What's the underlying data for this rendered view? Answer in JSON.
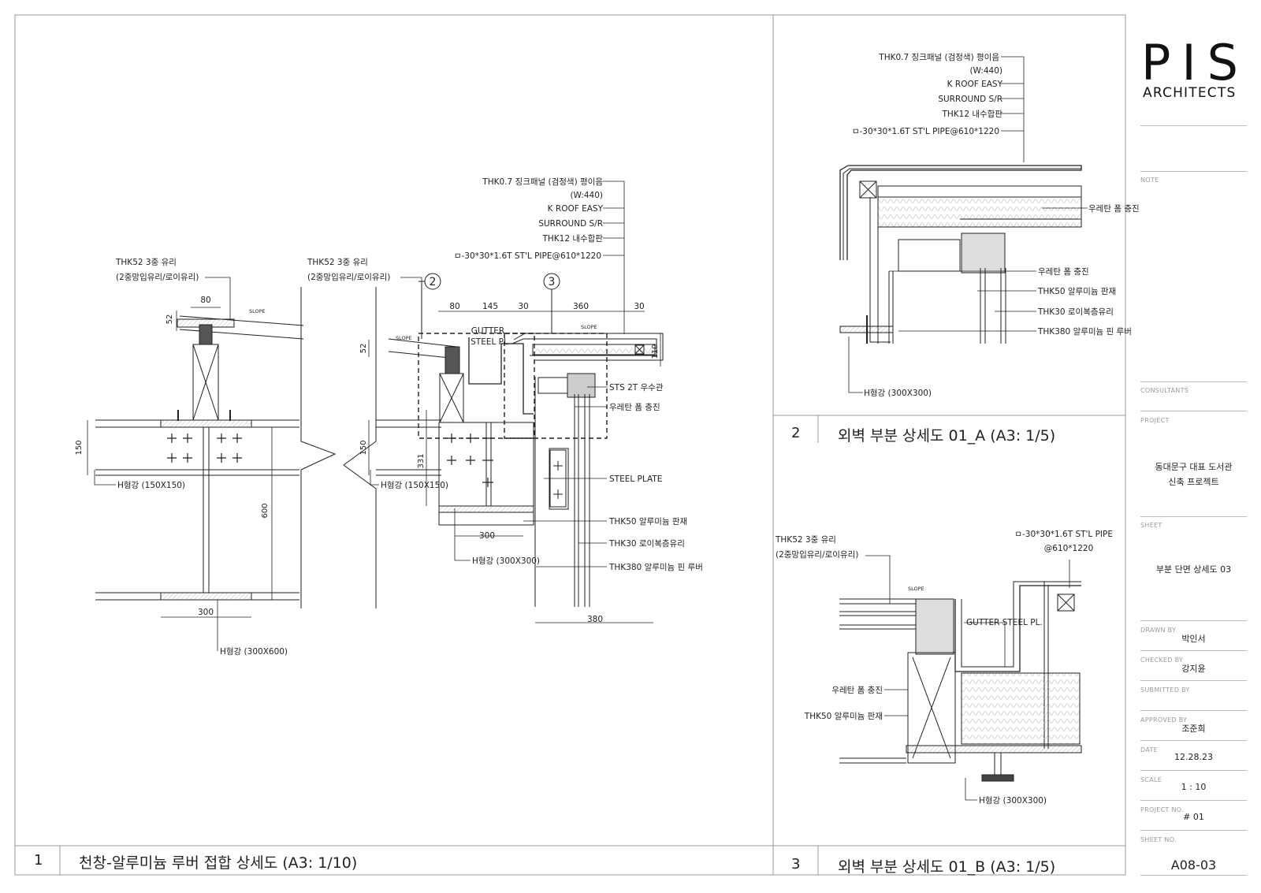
{
  "brand": {
    "logo_main": "PIS",
    "logo_sub": "ARCHITECTS"
  },
  "title_block": {
    "note_label": "NOTE",
    "consultants_label": "CONSULTANTS",
    "project_label": "PROJECT",
    "project_line1": "동대문구 대표 도서관",
    "project_line2": "신축 프로젝트",
    "sheet_label": "SHEET",
    "sheet_value": "부분 단면 상세도 03",
    "drawn_label": "DRAWN BY",
    "drawn_value": "박인서",
    "checked_label": "CHECKED BY",
    "checked_value": "강지윤",
    "submitted_label": "SUBMITTED BY",
    "approved_label": "APPROVED BY",
    "approved_value": "조준희",
    "date_label": "DATE",
    "date_value": "12.28.23",
    "scale_label": "SCALE",
    "scale_value": "1 : 10",
    "projno_label": "PROJECT NO.",
    "projno_value": "# 01",
    "sheetno_label": "SHEET NO.",
    "sheetno_value": "A08-03"
  },
  "captions": {
    "d1_num": "1",
    "d1_title": "천창-알루미늄 루버 접합 상세도 (A3: 1/10)",
    "d2_num": "2",
    "d2_title": "외벽 부분 상세도 01_A (A3: 1/5)",
    "d3_num": "3",
    "d3_title": "외벽 부분 상세도 01_B (A3: 1/5)"
  },
  "detail1": {
    "glass_left_1": "THK52 3중 유리",
    "glass_left_2": "(2중망입유리/로이유리)",
    "glass_mid_1": "THK52 3중 유리",
    "glass_mid_2": "(2중망입유리/로이유리)",
    "roof_1": "THK0.7 징크패널 (검정색) 평이음",
    "roof_2": "(W:440)",
    "roof_3": "K ROOF EASY",
    "roof_4": "SURROUND S/R",
    "roof_5": "THK12 내수합판",
    "roof_6": "ㅁ-30*30*1.6T ST'L PIPE@610*1220",
    "callout_2": "2",
    "callout_3": "3",
    "dim_80a": "80",
    "dim_80b": "80",
    "dim_145": "145",
    "dim_30a": "30",
    "dim_360": "360",
    "dim_30b": "30",
    "dim_52a": "52",
    "dim_52b": "52",
    "dim_110": "110",
    "dim_150a": "150",
    "dim_150b": "150",
    "dim_331": "331",
    "dim_600": "600",
    "dim_300a": "300",
    "dim_300b": "300",
    "dim_380": "380",
    "slope_a": "SLOPE",
    "slope_b": "SLOPE",
    "slope_c": "SLOPE",
    "gutter_1": "GUTTER",
    "gutter_2": "STEEL PL",
    "sts": "STS 2T 우수관",
    "urethane": "우레탄 폼 충진",
    "steel_plate": "STEEL PLATE",
    "alu_panel": "THK50 알루미늄 판재",
    "low_e": "THK30 로이복층유리",
    "louver": "THK380 알루미늄 핀 루버",
    "h150_left": "H형강 (150X150)",
    "h150_mid": "H형강 (150X150)",
    "h300x300": "H형강 (300X300)",
    "h300x600": "H형강 (300X600)"
  },
  "detail2": {
    "roof_1": "THK0.7 징크패널 (검정색) 평이음",
    "roof_2": "(W:440)",
    "roof_3": "K ROOF EASY",
    "roof_4": "SURROUND S/R",
    "roof_5": "THK12 내수합판",
    "roof_6": "ㅁ-30*30*1.6T ST'L PIPE@610*1220",
    "urethane_a": "우레탄 폼 충진",
    "urethane_b": "우레탄 폼 충진",
    "alu_panel": "THK50 알루미늄 판재",
    "low_e": "THK30 로이복층유리",
    "louver": "THK380 알루미늄 핀 루버",
    "h300": "H형강 (300X300)"
  },
  "detail3": {
    "glass_1": "THK52 3중 유리",
    "glass_2": "(2중망입유리/로이유리)",
    "pipe_1": "ㅁ-30*30*1.6T ST'L PIPE",
    "pipe_2": "@610*1220",
    "slope": "SLOPE",
    "gutter": "GUTTER STEEL PL.",
    "urethane": "우레탄 폼 충진",
    "alu_panel": "THK50 알루미늄 판재",
    "h300": "H형강 (300X300)"
  }
}
